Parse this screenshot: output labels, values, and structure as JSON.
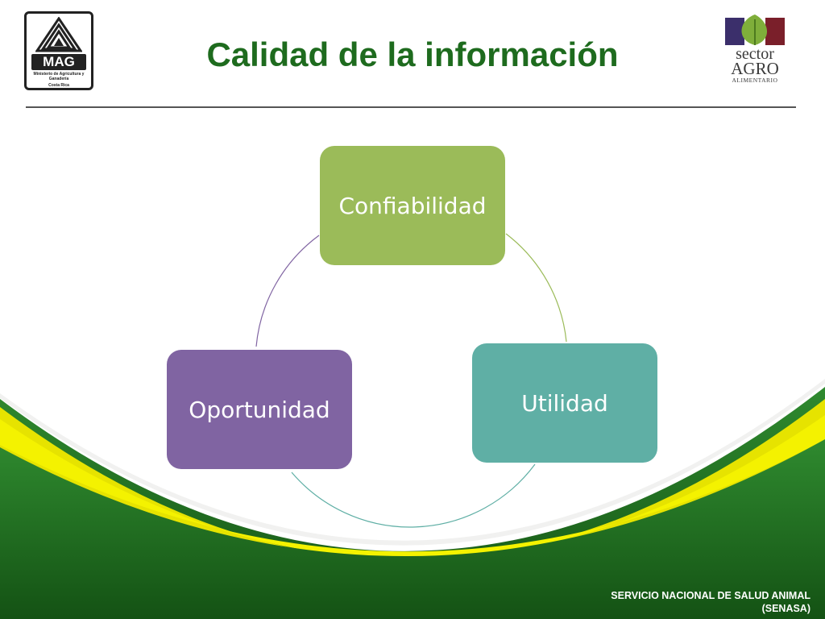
{
  "slide": {
    "title": "Calidad de la información",
    "footer_line1": "SERVICIO NACIONAL DE SALUD ANIMAL",
    "footer_line2": "(SENASA)"
  },
  "logos": {
    "left": {
      "name": "MAG",
      "subtitle_line1": "Ministerio de Agricultura y Ganadería",
      "subtitle_line2": "Costa Rica"
    },
    "right": {
      "line1": "sector",
      "line2": "AGRO",
      "line3": "ALIMENTARIO"
    }
  },
  "diagram": {
    "type": "cycle",
    "nodes": [
      {
        "label": "Confiabilidad",
        "color": "#9bbb59"
      },
      {
        "label": "Utilidad",
        "color": "#5fafa5"
      },
      {
        "label": "Oportunidad",
        "color": "#8064a2"
      }
    ],
    "colors": {
      "dark_green": "#1e6b1e",
      "band_yellow": "#e8e400"
    }
  }
}
